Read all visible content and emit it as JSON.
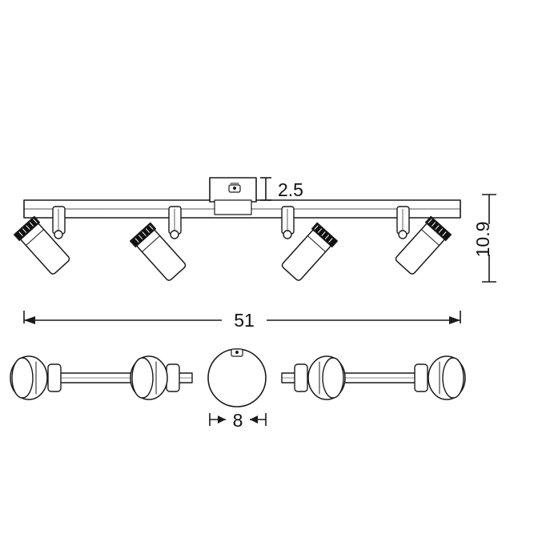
{
  "drawing": {
    "type": "technical-dimension-drawing",
    "product": "4-light ceiling spot bar",
    "units_note": "",
    "dimensions": {
      "height_label": "2.5",
      "depth_label": "10.9",
      "length_label": "51",
      "width_label": "8"
    },
    "views": {
      "front": "front elevation with four adjustable spot heads",
      "top": "top/plan view with round central canopy"
    },
    "colors": {
      "line": "#1a1a1a",
      "fill": "#ffffff",
      "shade": "#111111",
      "background": "#ffffff"
    },
    "counts": {
      "spot_heads": 4
    }
  }
}
